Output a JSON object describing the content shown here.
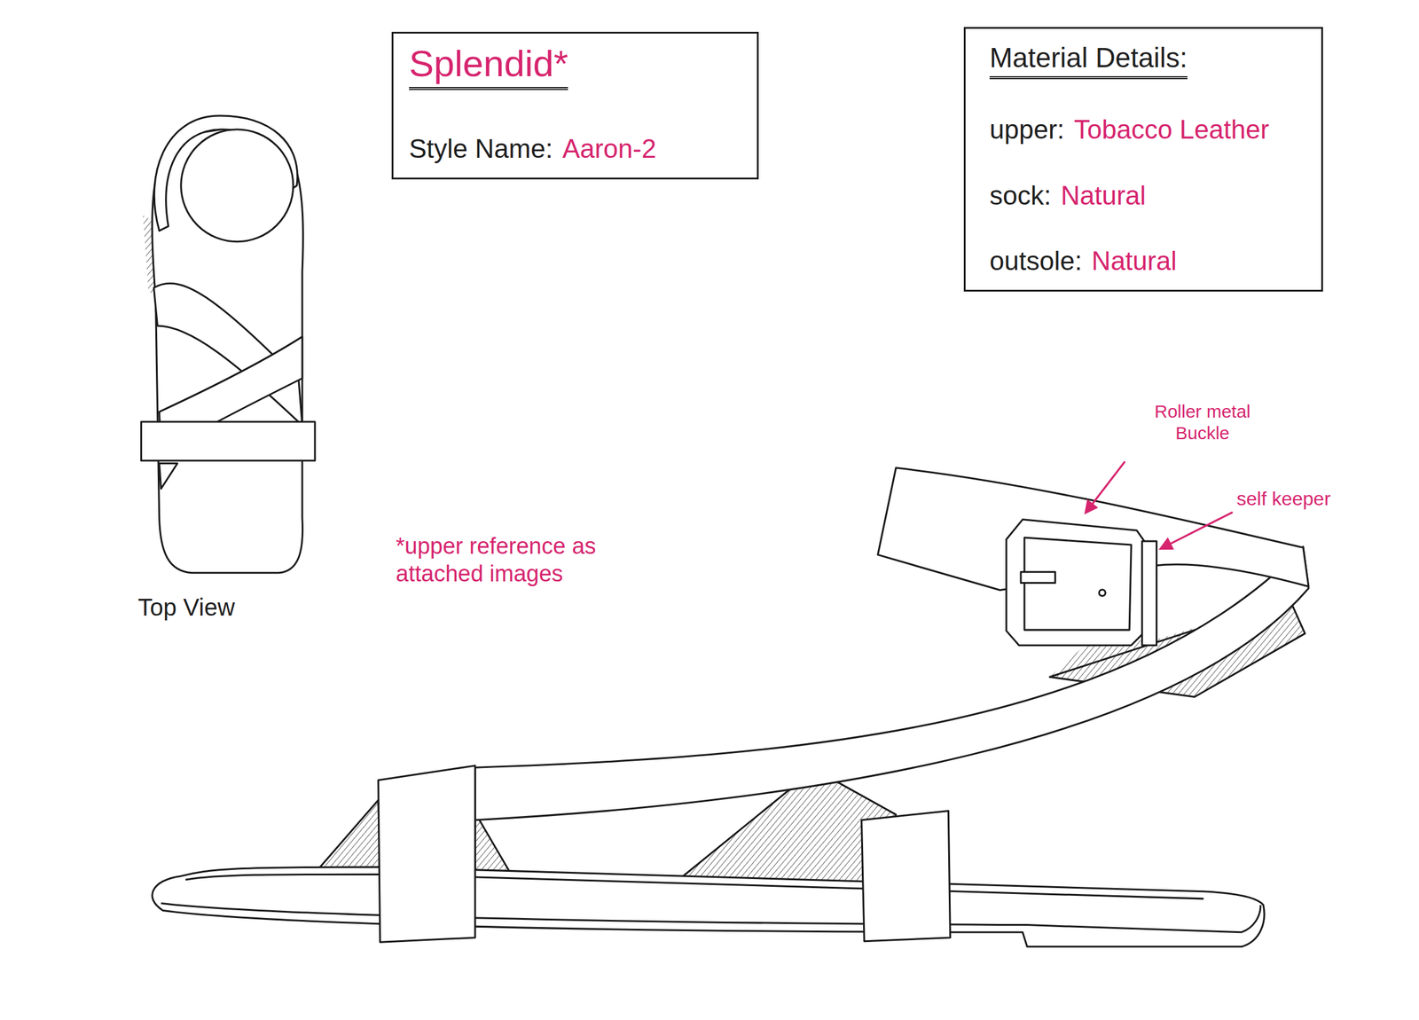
{
  "diagram": {
    "nodes": [
      {
        "text": [
          "Splendid*",
          "Style Name:",
          "Aaron-2"
        ]
      },
      {
        "text": [
          "Material Details:",
          "upper:",
          "Tobacco Leather",
          "sock:",
          "Natural",
          "outsole:",
          "Natural"
        ]
      }
    ],
    "labels": [
      "Top View",
      "*upper reference as attached images",
      "Roller metal Buckle",
      "self keeper"
    ]
  }
}
